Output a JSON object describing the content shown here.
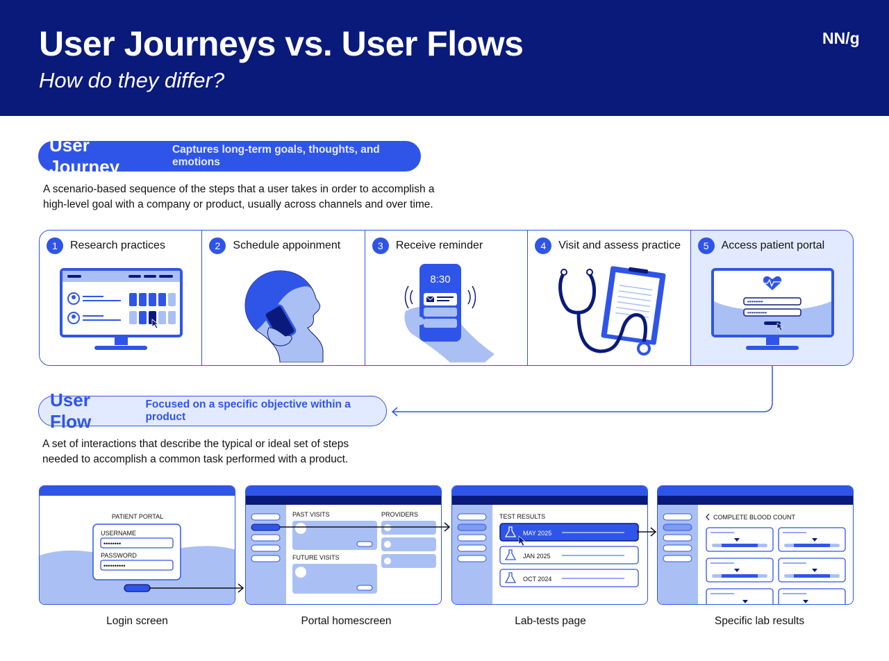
{
  "header": {
    "title": "User Journeys vs. User Flows",
    "subtitle": "How do they differ?",
    "logo": "NN/g"
  },
  "journey": {
    "title": "User Journey",
    "tagline": "Captures long-term goals, thoughts, and emotions",
    "description_line1": "A scenario-based sequence of the steps that a user takes in order to accomplish a",
    "description_line2": "high-level goal with a company or product, usually across channels and over time.",
    "steps": [
      {
        "num": "1",
        "label": "Research practices",
        "icon": "computer-search-icon"
      },
      {
        "num": "2",
        "label": "Schedule appoinment",
        "icon": "phone-call-icon"
      },
      {
        "num": "3",
        "label": "Receive reminder",
        "icon": "smartphone-notification-icon"
      },
      {
        "num": "4",
        "label": "Visit and assess practice",
        "icon": "stethoscope-clipboard-icon"
      },
      {
        "num": "5",
        "label": "Access patient portal",
        "icon": "portal-login-icon"
      }
    ],
    "phone_time": "8:30"
  },
  "flow": {
    "title": "User Flow",
    "tagline": "Focused on a specific objective within a product",
    "description_line1": "A set of interactions that describe the typical or ideal set of steps",
    "description_line2": "needed to accomplish a common task performed with a product.",
    "screens": [
      {
        "caption": "Login screen"
      },
      {
        "caption": "Portal homescreen"
      },
      {
        "caption": "Lab-tests page"
      },
      {
        "caption": "Specific lab results"
      }
    ],
    "login": {
      "heading": "PATIENT PORTAL",
      "username_label": "USERNAME",
      "username_value": "••••••••",
      "password_label": "PASSWORD",
      "password_value": "••••••••••"
    },
    "home": {
      "past_visits": "PAST VISITS",
      "providers": "PROVIDERS",
      "future_visits": "FUTURE VISITS"
    },
    "tests": {
      "heading": "TEST RESULTS",
      "items": [
        "MAY 2025",
        "JAN 2025",
        "OCT 2024"
      ]
    },
    "results": {
      "heading": "COMPLETE BLOOD COUNT"
    }
  },
  "colors": {
    "navy": "#0a1a7a",
    "blue": "#2f55e8",
    "light_blue": "#aac0f5",
    "pale_blue": "#e2eaff"
  }
}
